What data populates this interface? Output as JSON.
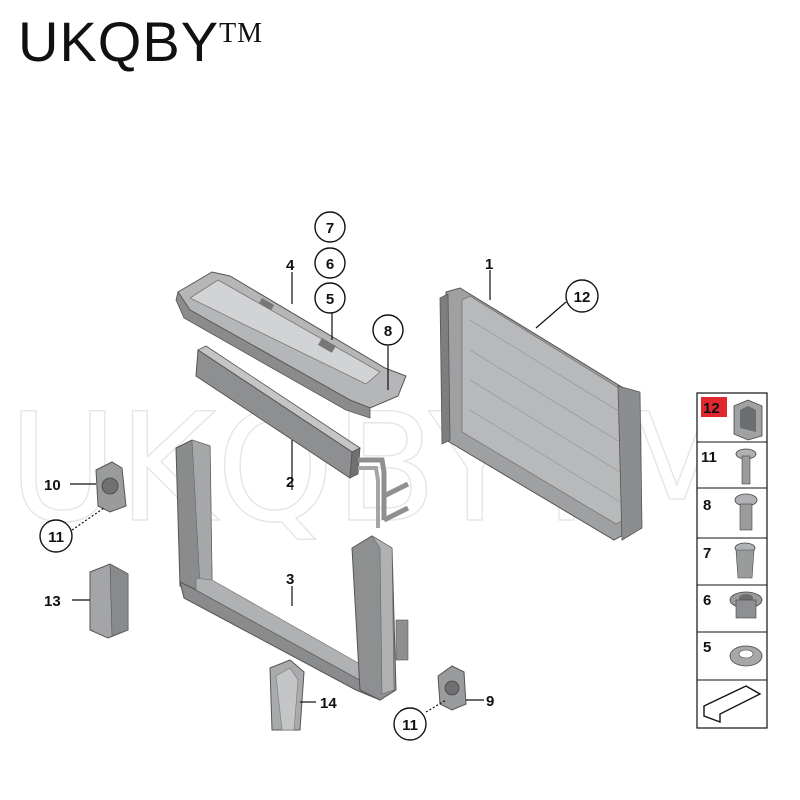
{
  "brand": {
    "name": "UKQBY",
    "tm": "TM"
  },
  "watermark": {
    "text": "UKQBYTM"
  },
  "callouts": {
    "c1": "1",
    "c2": "2",
    "c3": "3",
    "c4": "4",
    "c5": "5",
    "c6": "6",
    "c7": "7",
    "c8": "8",
    "c9": "9",
    "c10": "10",
    "c11a": "11",
    "c11b": "11",
    "c12": "12",
    "c13": "13",
    "c14": "14"
  },
  "legend": {
    "items": [
      {
        "label": "12",
        "highlight": true
      },
      {
        "label": "11"
      },
      {
        "label": "8"
      },
      {
        "label": "7"
      },
      {
        "label": "6"
      },
      {
        "label": "5"
      }
    ],
    "highlight_color": "#e0282e"
  },
  "colors": {
    "part_fill": "#a9aaac",
    "part_dark": "#7d7e80",
    "part_light": "#c8c9cb",
    "line": "#111111"
  }
}
